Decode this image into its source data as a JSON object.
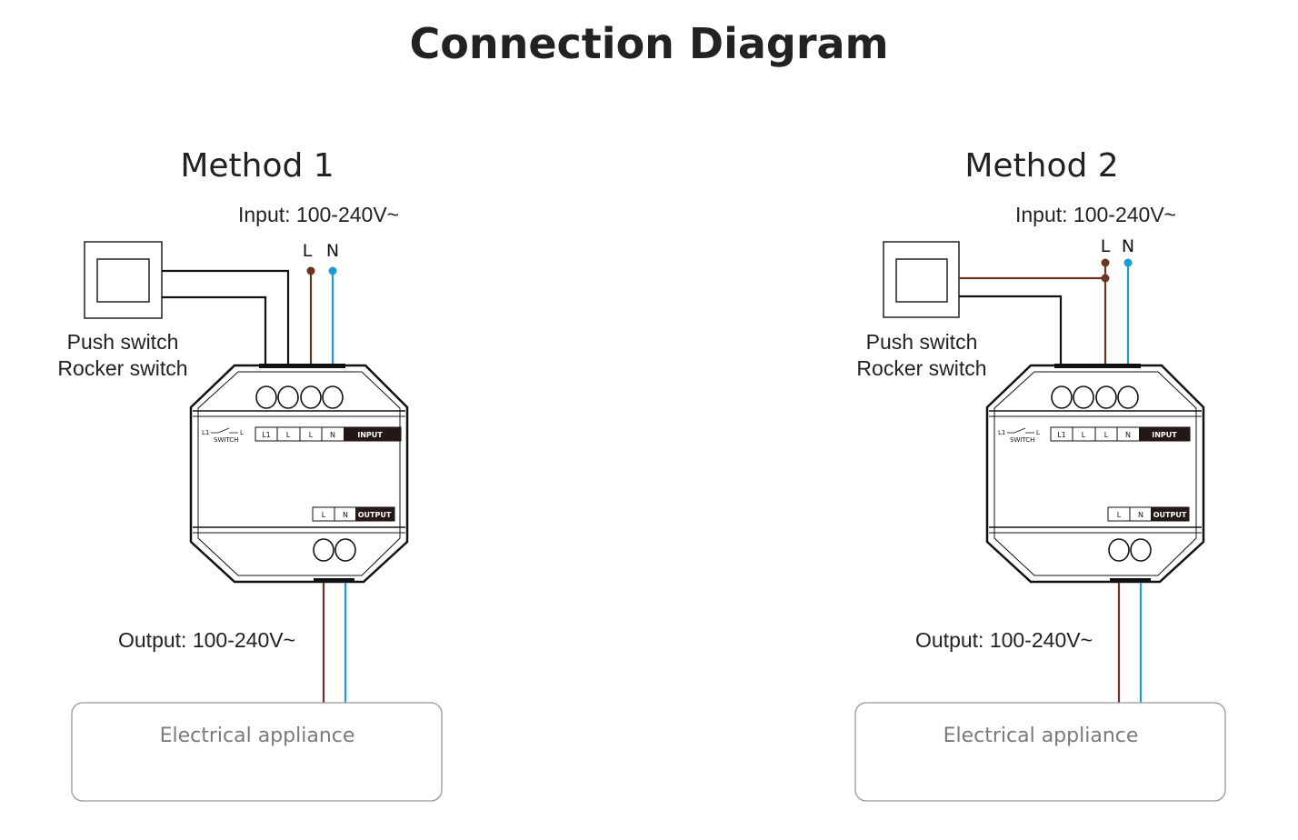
{
  "title": "Connection Diagram",
  "colors": {
    "live": "#6b3422",
    "neutral": "#1e9ad6",
    "switch_wire": "#111111"
  },
  "methods": [
    {
      "heading": "Method 1",
      "input_label": "Input: 100-240V~",
      "line_label": "L",
      "neutral_label": "N",
      "switch_labels": [
        "Push switch",
        "Rocker switch"
      ],
      "input_terminals": [
        "L1",
        "L",
        "L",
        "N"
      ],
      "input_tag": "INPUT",
      "output_terminals": [
        "L",
        "N"
      ],
      "output_tag": "OUTPUT",
      "switch_symbol": {
        "left": "L1",
        "right": "L",
        "caption": "SWITCH"
      },
      "output_label": "Output: 100-240V~",
      "appliance": "Electrical appliance"
    },
    {
      "heading": "Method 2",
      "input_label": "Input: 100-240V~",
      "line_label": "L",
      "neutral_label": "N",
      "switch_labels": [
        "Push switch",
        "Rocker switch"
      ],
      "input_terminals": [
        "L1",
        "L",
        "L",
        "N"
      ],
      "input_tag": "INPUT",
      "output_terminals": [
        "L",
        "N"
      ],
      "output_tag": "OUTPUT",
      "switch_symbol": {
        "left": "L1",
        "right": "L",
        "caption": "SWITCH"
      },
      "output_label": "Output: 100-240V~",
      "appliance": "Electrical appliance"
    }
  ]
}
